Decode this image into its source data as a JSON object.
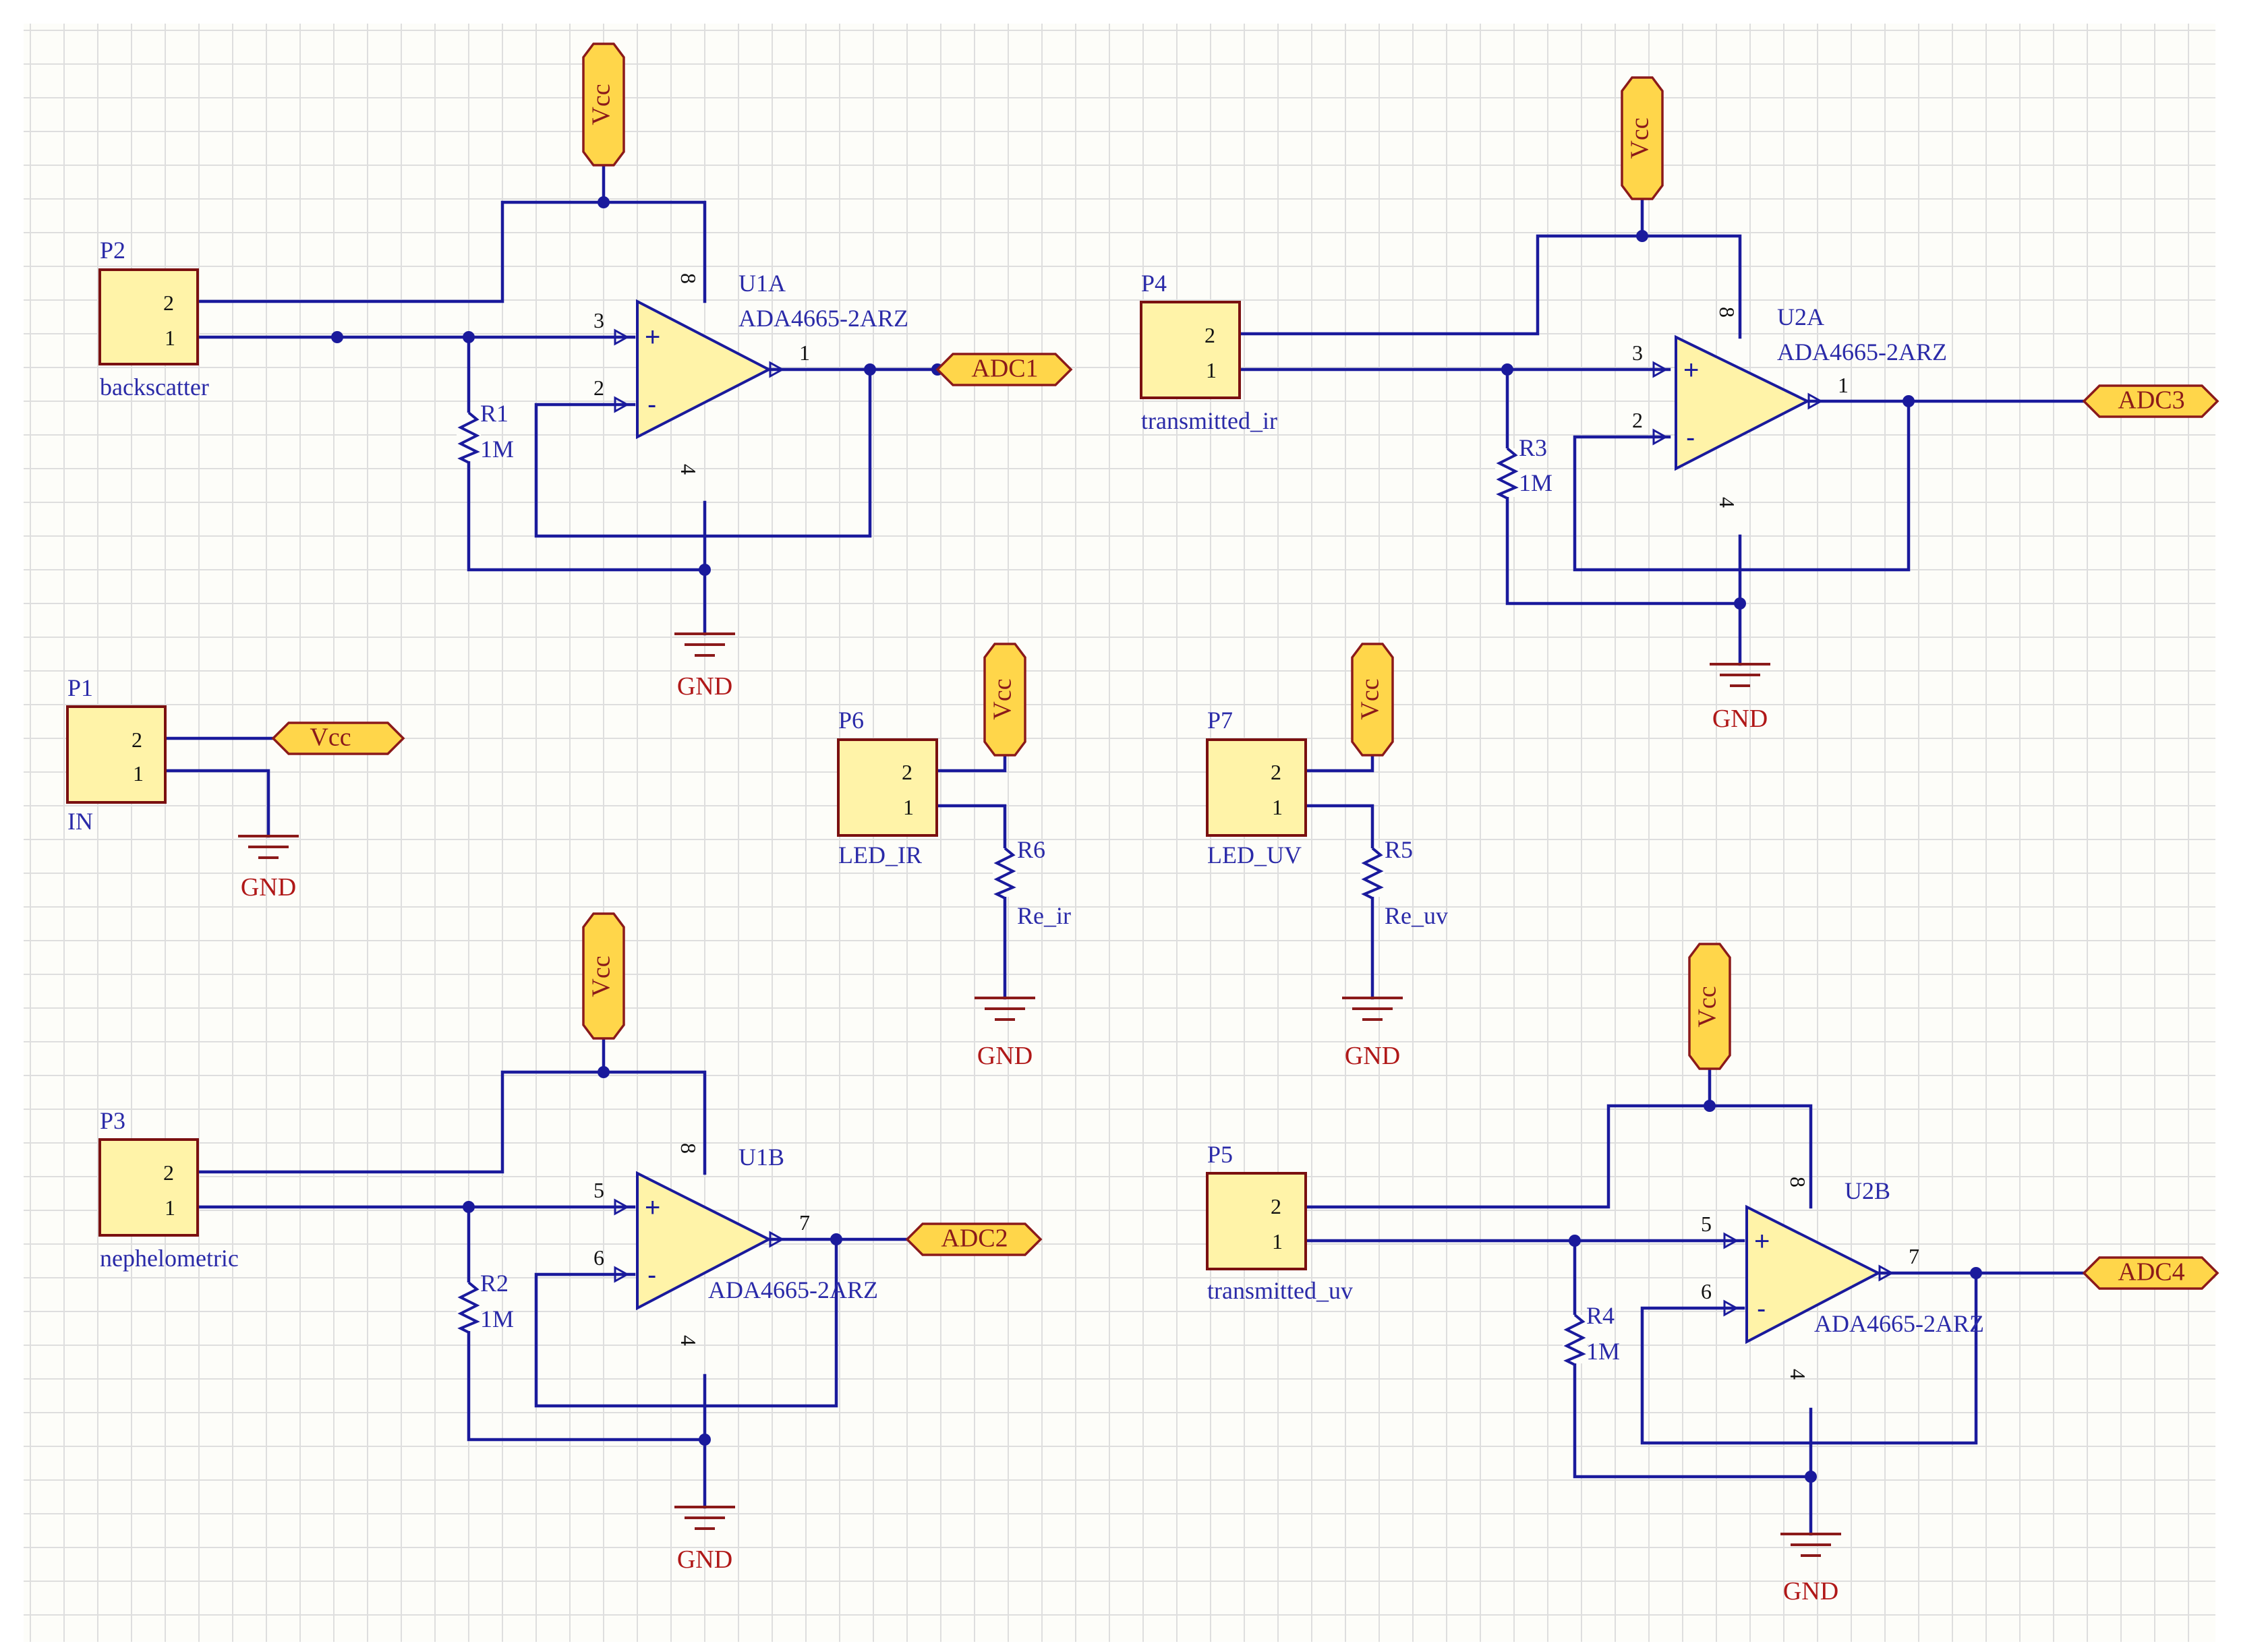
{
  "colors": {
    "wire": "#1a1a9c",
    "component_fill": "#fff3a8",
    "port_fill": "#ffd64a",
    "power_text": "#b01818",
    "grid": "#dedede"
  },
  "power": {
    "vcc": "Vcc",
    "gnd": "GND"
  },
  "connectors": [
    {
      "ref": "P2",
      "label": "backscatter",
      "pin2": "2",
      "pin1": "1"
    },
    {
      "ref": "P4",
      "label": "transmitted_ir",
      "pin2": "2",
      "pin1": "1"
    },
    {
      "ref": "P1",
      "label": "IN",
      "pin2": "2",
      "pin1": "1"
    },
    {
      "ref": "P6",
      "label": "LED_IR",
      "pin2": "2",
      "pin1": "1"
    },
    {
      "ref": "P7",
      "label": "LED_UV",
      "pin2": "2",
      "pin1": "1"
    },
    {
      "ref": "P3",
      "label": "nephelometric",
      "pin2": "2",
      "pin1": "1"
    },
    {
      "ref": "P5",
      "label": "transmitted_uv",
      "pin2": "2",
      "pin1": "1"
    }
  ],
  "opamps": [
    {
      "ref": "U1A",
      "part": "ADA4665-2ARZ",
      "pin_plus": "3",
      "pin_minus": "2",
      "pin_out": "1",
      "pin_vpos": "8",
      "pin_vneg": "4",
      "plus_sign": "+",
      "minus_sign": "-"
    },
    {
      "ref": "U2A",
      "part": "ADA4665-2ARZ",
      "pin_plus": "3",
      "pin_minus": "2",
      "pin_out": "1",
      "pin_vpos": "8",
      "pin_vneg": "4",
      "plus_sign": "+",
      "minus_sign": "-"
    },
    {
      "ref": "U1B",
      "part": "ADA4665-2ARZ",
      "pin_plus": "5",
      "pin_minus": "6",
      "pin_out": "7",
      "pin_vpos": "8",
      "pin_vneg": "4",
      "plus_sign": "+",
      "minus_sign": "-"
    },
    {
      "ref": "U2B",
      "part": "ADA4665-2ARZ",
      "pin_plus": "5",
      "pin_minus": "6",
      "pin_out": "7",
      "pin_vpos": "8",
      "pin_vneg": "4",
      "plus_sign": "+",
      "minus_sign": "-"
    }
  ],
  "resistors": [
    {
      "ref": "R1",
      "value": "1M"
    },
    {
      "ref": "R3",
      "value": "1M"
    },
    {
      "ref": "R2",
      "value": "1M"
    },
    {
      "ref": "R4",
      "value": "1M"
    },
    {
      "ref": "R6",
      "value": "Re_ir"
    },
    {
      "ref": "R5",
      "value": "Re_uv"
    }
  ],
  "ports": [
    "ADC1",
    "ADC3",
    "ADC2",
    "ADC4"
  ]
}
